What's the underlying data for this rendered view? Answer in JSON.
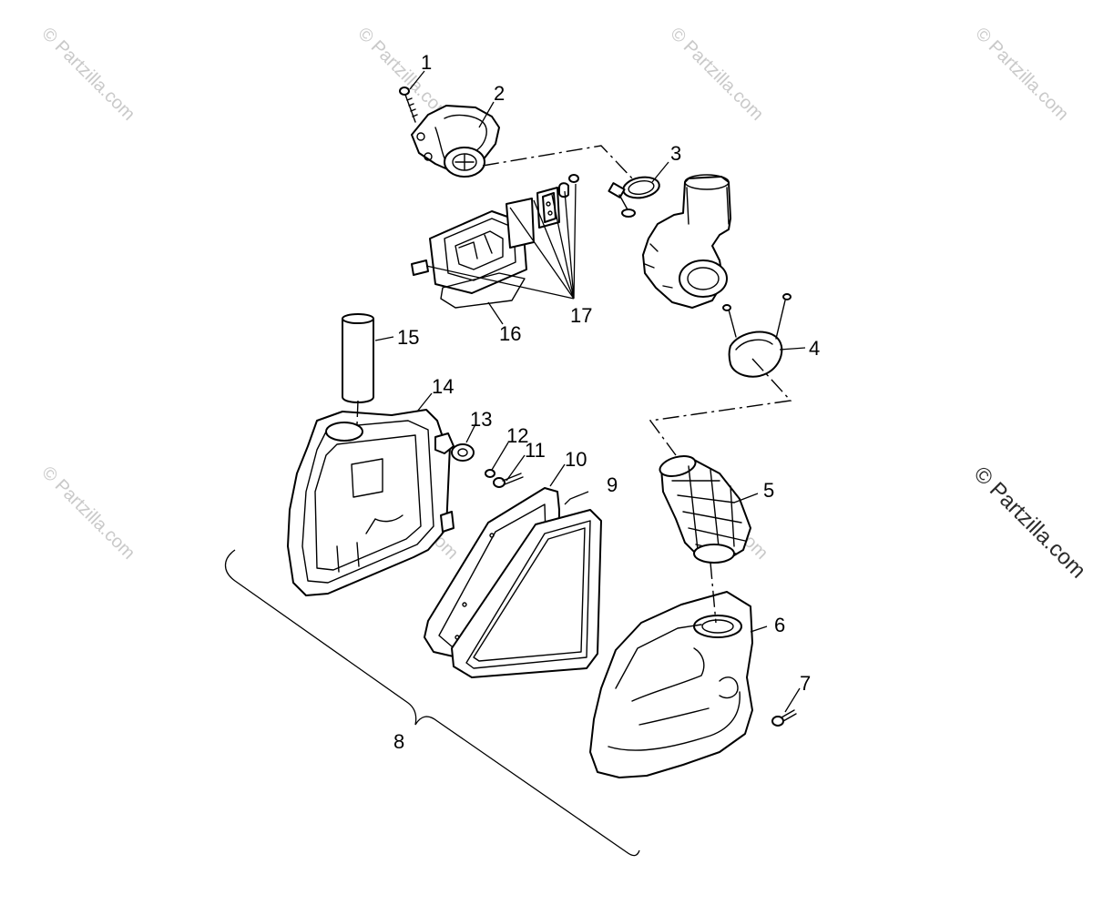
{
  "watermark": {
    "text": "© Partzilla.com",
    "color_light": "#c9c9c9",
    "color_dark": "#2a2a2a"
  },
  "callouts": {
    "c1": "1",
    "c2": "2",
    "c3": "3",
    "c4": "4",
    "c5": "5",
    "c6": "6",
    "c7": "7",
    "c8": "8",
    "c9": "9",
    "c10": "10",
    "c11": "11",
    "c12": "12",
    "c13": "13",
    "c14": "14",
    "c15": "15",
    "c16": "16",
    "c17": "17"
  }
}
